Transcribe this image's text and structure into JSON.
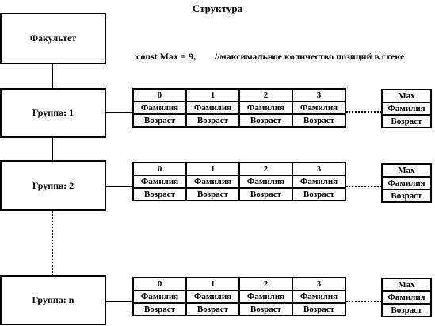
{
  "title": "Структура",
  "code": {
    "declaration": "const Max = 9;",
    "comment": "//максимальное количество позиций в стеке"
  },
  "root": {
    "label": "Факультет"
  },
  "groups": [
    {
      "label": "Группа: 1"
    },
    {
      "label": "Группа: 2"
    },
    {
      "label": "Группа: n"
    }
  ],
  "stack": {
    "indices": [
      "0",
      "1",
      "2",
      "3"
    ],
    "last_index": "Max",
    "field1": "Фамилия",
    "field2": "Возраст"
  }
}
